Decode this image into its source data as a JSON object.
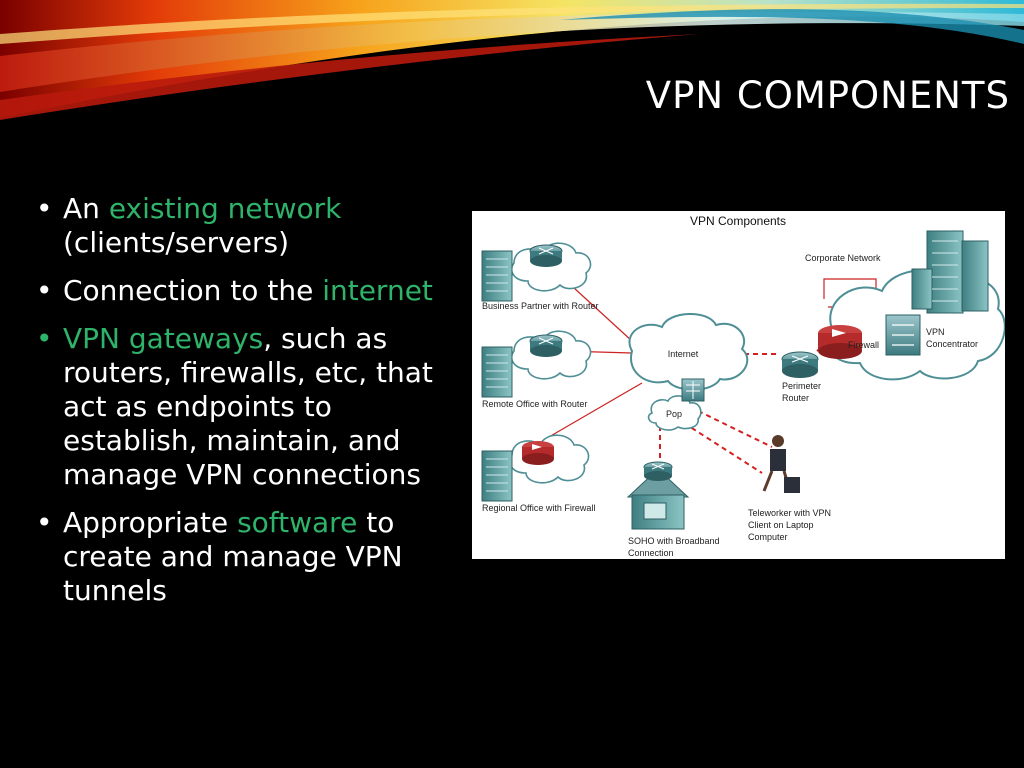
{
  "slide": {
    "title": "VPN COMPONENTS",
    "bullets": [
      {
        "before": "An ",
        "highlight": "existing network",
        "after": " (clients/servers)"
      },
      {
        "before": "Connection to the ",
        "highlight": "internet",
        "after": ""
      },
      {
        "highlight": "VPN gateways",
        "after": ", such as routers, firewalls, etc, that act as endpoints to establish, maintain, and manage VPN connections"
      },
      {
        "before": "Appropriate ",
        "highlight": "software",
        "after": " to create and manage VPN tunnels"
      }
    ],
    "bullet_glyph": "•",
    "colors": {
      "accent": "#2fb36a",
      "text": "#ffffff",
      "background": "#000000",
      "tunnel": "#d42020",
      "link": "#cc2222"
    }
  },
  "diagram": {
    "title": "VPN Components",
    "labels": {
      "corporate_network": "Corporate Network",
      "vpn_concentrator": [
        "VPN",
        "Concentrator"
      ],
      "firewall": "Firewall",
      "perimeter_router": [
        "Perimeter",
        "Router"
      ],
      "internet": "Internet",
      "pop": "Pop",
      "business_partner": "Business Partner with Router",
      "remote_office": "Remote Office with Router",
      "regional_office": "Regional Office with Firewall",
      "soho": [
        "SOHO with Broadband",
        "Connection"
      ],
      "teleworker": [
        "Teleworker with VPN",
        "Client on Laptop",
        "Computer"
      ]
    }
  }
}
